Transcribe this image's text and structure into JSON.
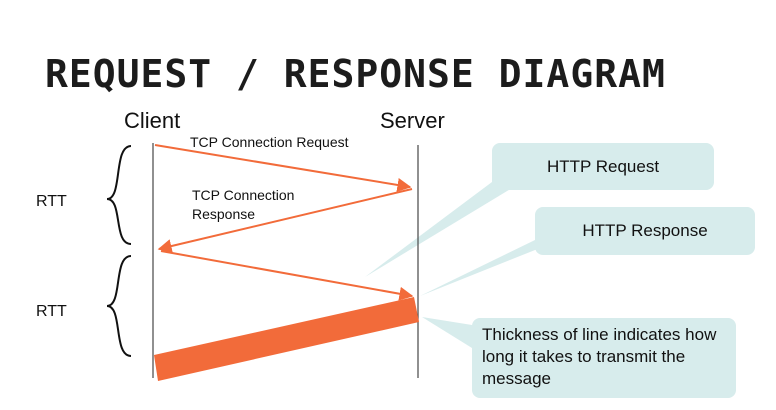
{
  "title": "REQUEST / RESPONSE DIAGRAM",
  "endpoints": {
    "client": "Client",
    "server": "Server"
  },
  "rtt_labels": [
    "RTT",
    "RTT"
  ],
  "messages": {
    "tcp_request": "TCP  Connection Request",
    "tcp_response_line1": "TCP  Connection",
    "tcp_response_line2": "Response"
  },
  "callouts": {
    "http_request": "HTTP Request",
    "http_response": "HTTP Response",
    "thickness_note": "Thickness of line indicates how long it takes to transmit the message"
  },
  "colors": {
    "arrow": "#f26b3a",
    "callout_bg": "#d7ecec",
    "lifeline": "#555555"
  }
}
